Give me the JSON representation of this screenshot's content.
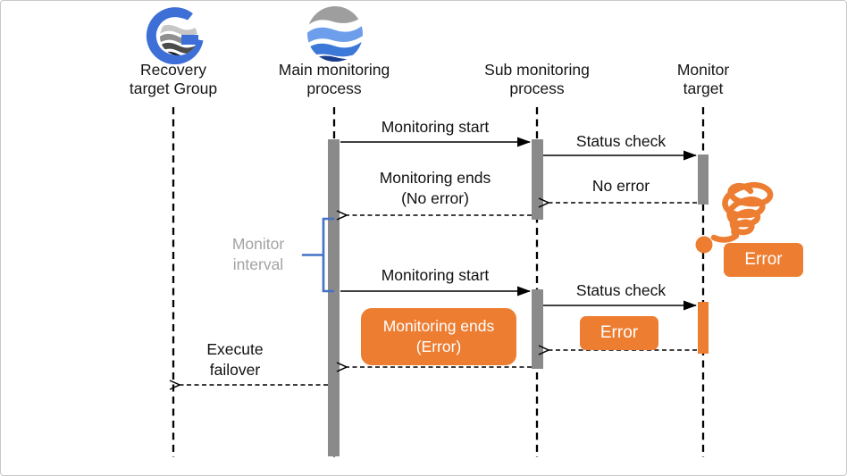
{
  "diagram_type": "sequence-diagram",
  "topic": "Monitoring process with failover on error",
  "colors": {
    "error_orange": "#ED7D31",
    "activation_bar_gray": "#8A8A8A",
    "brace_blue": "#4472C4",
    "interval_label_gray": "#A3A3A3",
    "line_black": "#000000",
    "frame_border": "#C9C9C9",
    "logo_blue": "#3E6FD6",
    "logo_navy": "#1B3F8F",
    "logo_light_blue": "#6D9EEB",
    "logo_gray": "#9E9E9E"
  },
  "actors": [
    {
      "name": "Recovery target Group",
      "icon": "globe-g-logo"
    },
    {
      "name": "Main monitoring process",
      "icon": "wave-sphere-logo"
    },
    {
      "name": "Sub monitoring process",
      "icon": null
    },
    {
      "name": "Monitor target",
      "icon": null
    }
  ],
  "labels": {
    "monitoring_start": "Monitoring start",
    "status_check": "Status check",
    "no_error": "No error",
    "monitoring_ends_ok_line1": "Monitoring ends",
    "monitoring_ends_ok_line2": "(No error)",
    "monitor_interval_line1": "Monitor",
    "monitor_interval_line2": "interval",
    "monitoring_ends_err_line1": "Monitoring ends",
    "monitoring_ends_err_line2": "(Error)",
    "error": "Error",
    "execute_failover_line1": "Execute",
    "execute_failover_line2": "failover"
  },
  "messages": [
    {
      "from": "Main monitoring process",
      "to": "Sub monitoring process",
      "text": "Monitoring start",
      "style": "solid"
    },
    {
      "from": "Sub monitoring process",
      "to": "Monitor target",
      "text": "Status check",
      "style": "solid"
    },
    {
      "from": "Monitor target",
      "to": "Sub monitoring process",
      "text": "No error",
      "style": "dashed-return"
    },
    {
      "from": "Sub monitoring process",
      "to": "Main monitoring process",
      "text": "Monitoring ends (No error)",
      "style": "dashed-return"
    },
    {
      "from": "Main monitoring process",
      "to": "Sub monitoring process",
      "text": "Monitoring start",
      "style": "solid"
    },
    {
      "from": "Sub monitoring process",
      "to": "Monitor target",
      "text": "Status check",
      "style": "solid"
    },
    {
      "from": "Monitor target",
      "to": "Sub monitoring process",
      "text": "Error",
      "style": "dashed-return"
    },
    {
      "from": "Sub monitoring process",
      "to": "Main monitoring process",
      "text": "Monitoring ends (Error)",
      "style": "dashed-return"
    },
    {
      "from": "Main monitoring process",
      "to": "Recovery target Group",
      "text": "Execute failover",
      "style": "dashed-return"
    }
  ],
  "annotations": [
    {
      "text": "Monitor interval",
      "type": "brace-note",
      "color": "gray"
    },
    {
      "text": "Error",
      "type": "error-badge-on-monitor-target"
    },
    {
      "type": "error-spring-doodle"
    }
  ]
}
